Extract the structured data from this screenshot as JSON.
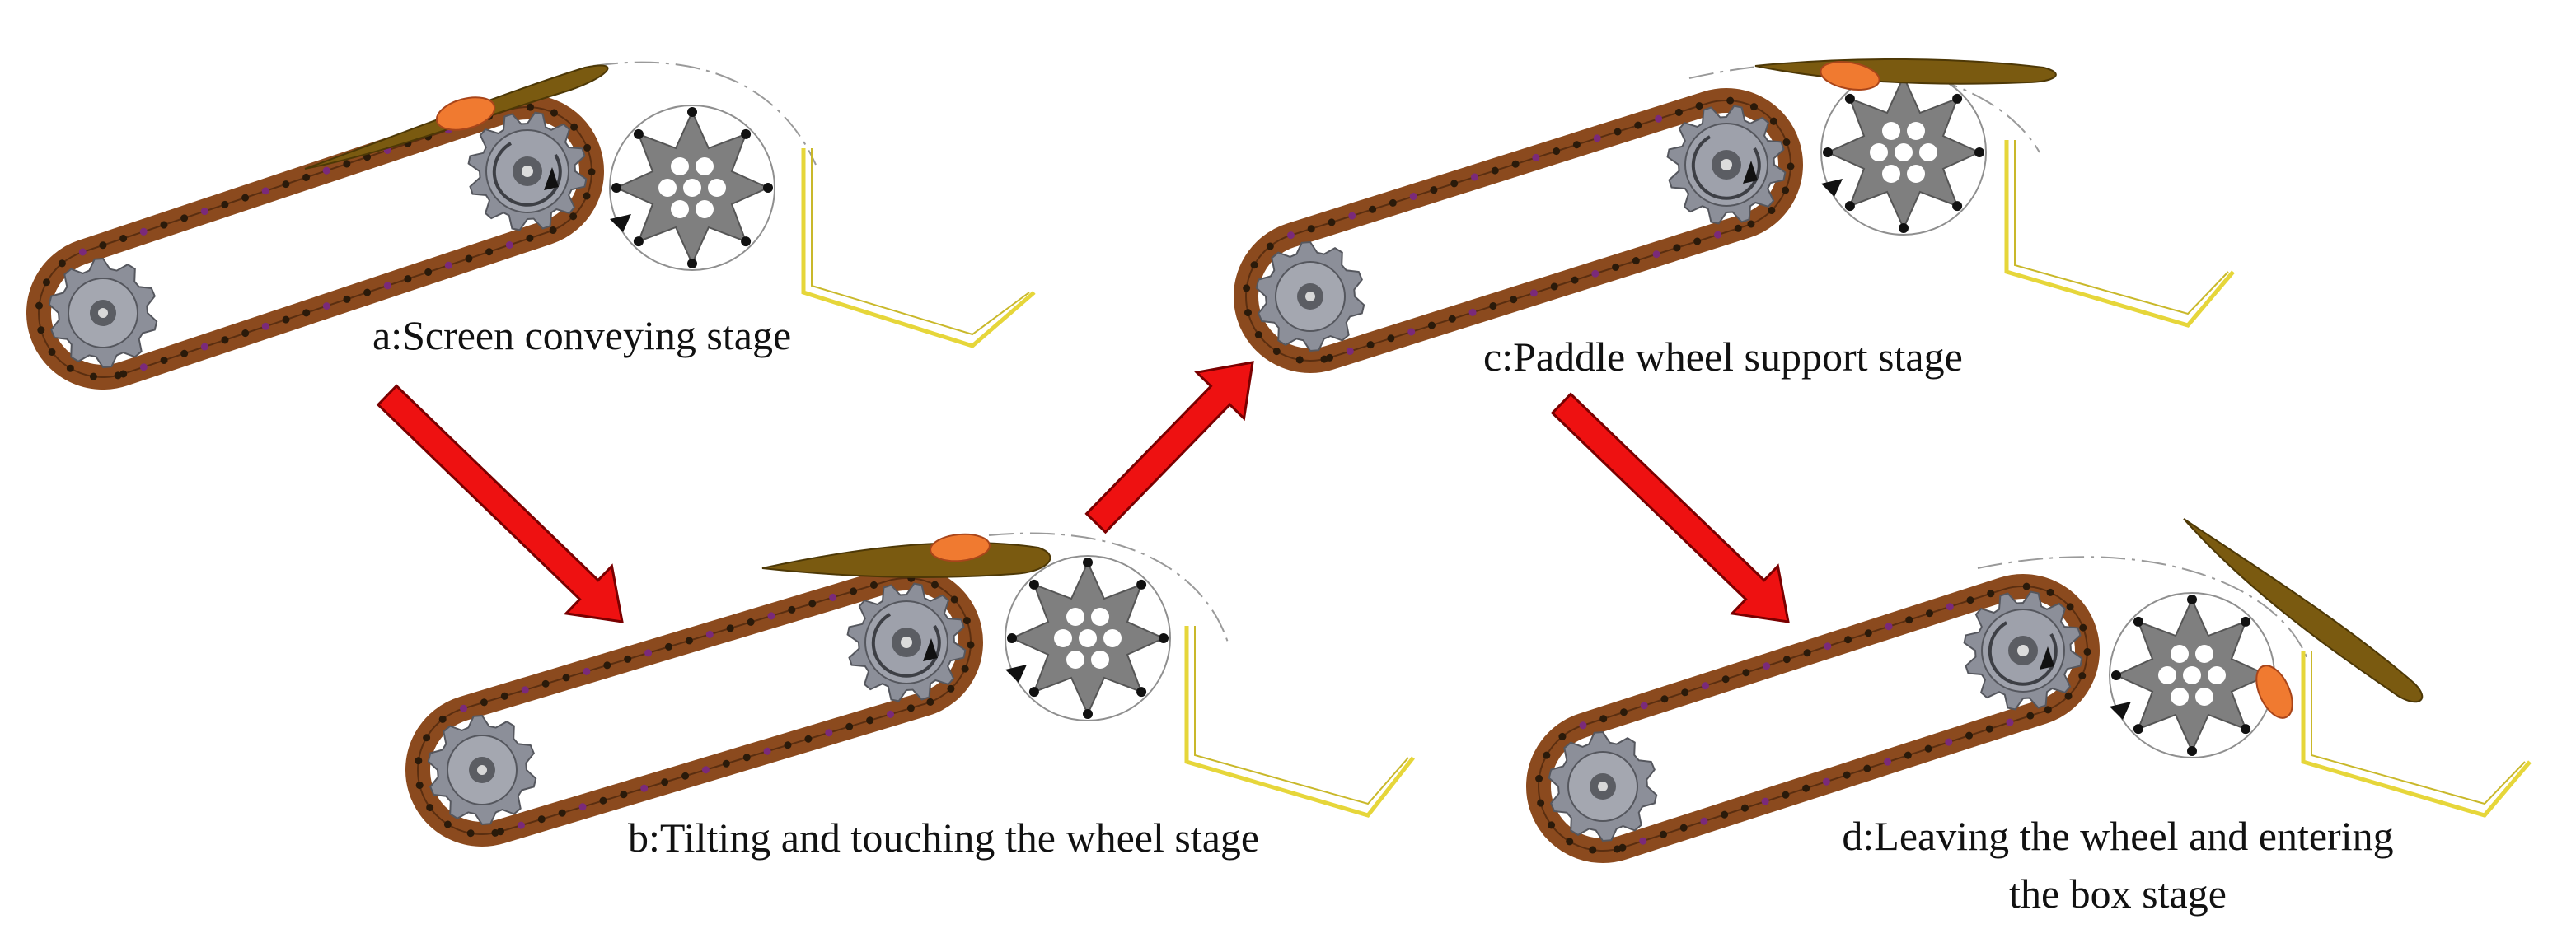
{
  "stages": [
    {
      "id": "a",
      "caption": "a:Screen conveying stage",
      "material": "on-chain"
    },
    {
      "id": "b",
      "caption": "b:Tilting and touching the wheel stage",
      "material": "touching-wheel"
    },
    {
      "id": "c",
      "caption": "c:Paddle wheel support stage",
      "material": "supported-by-wheel"
    },
    {
      "id": "d",
      "caption_line1": "d:Leaving the wheel and entering",
      "caption_line2": "the box stage",
      "material": "falling"
    }
  ],
  "flow": [
    "a",
    "b",
    "c",
    "d"
  ],
  "colors": {
    "chain": "#8b4a1e",
    "chain_dark": "#5a2e10",
    "sprocket": "#8c8f99",
    "sprocket_hub": "#5b5d63",
    "wheel": "#7f7f7f",
    "material": "#7a5a10",
    "weight": "#f07a30",
    "box": "#e6d63a",
    "arrow": "#ee1111"
  },
  "icons": [
    "rotation-arrow-icon",
    "rotation-arrow-icon"
  ]
}
